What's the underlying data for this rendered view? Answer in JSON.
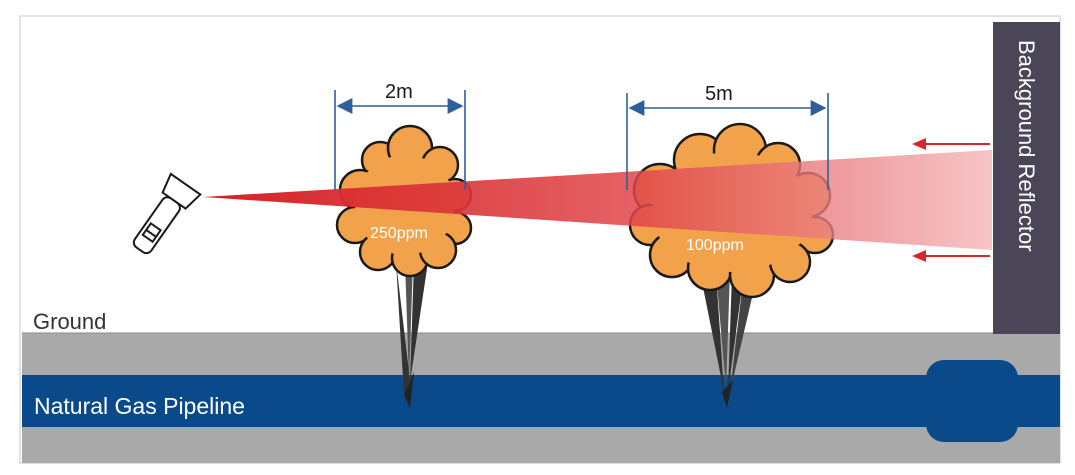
{
  "labels": {
    "ground": "Ground",
    "pipeline": "Natural Gas Pipeline",
    "reflector": "Background Reflector",
    "width_small": "2m",
    "width_large": "5m",
    "conc_small": "250ppm",
    "conc_large": "100ppm"
  },
  "colors": {
    "pipe": "#0b4a8a",
    "soil": "#a9a9a9",
    "reflector": "#4a4658",
    "cloud": "#f2a24a",
    "beam": "#d9262a",
    "dimension": "#2f5f9a"
  },
  "icons": [
    "flashlight-icon",
    "arrow-left-icon"
  ]
}
